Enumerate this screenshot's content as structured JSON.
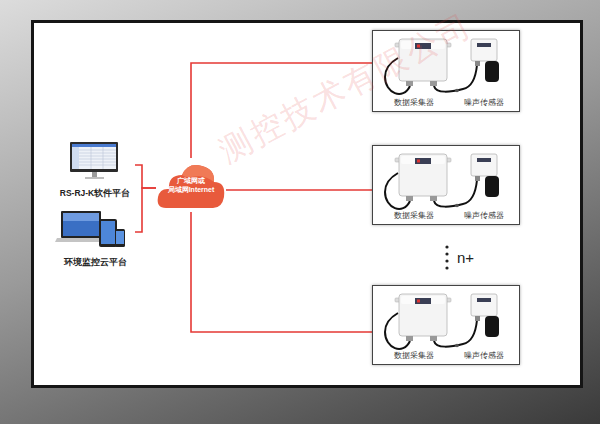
{
  "diagram": {
    "nodes": [
      {
        "text": [
          "RS-RJ-K软件平台"
        ]
      },
      {
        "text": [
          "环境监控云平台"
        ]
      },
      {
        "text": [
          "广域网或 局域网Internet"
        ]
      },
      {
        "text": [
          "数据采集器",
          "噪声传感器"
        ]
      },
      {
        "text": [
          "数据采集器",
          "噪声传感器"
        ]
      },
      {
        "text": [
          "数据采集器",
          "噪声传感器"
        ]
      }
    ],
    "edges": [
      {
        "from": 2,
        "to": 0,
        "arrow": "none"
      },
      {
        "from": 2,
        "to": 1,
        "arrow": "none"
      },
      {
        "from": 2,
        "to": 3,
        "arrow": "none"
      },
      {
        "from": 2,
        "to": 4,
        "arrow": "none"
      },
      {
        "from": 2,
        "to": 5,
        "arrow": "none"
      }
    ],
    "labels": [
      "n+",
      "测控技术有限公司"
    ]
  }
}
